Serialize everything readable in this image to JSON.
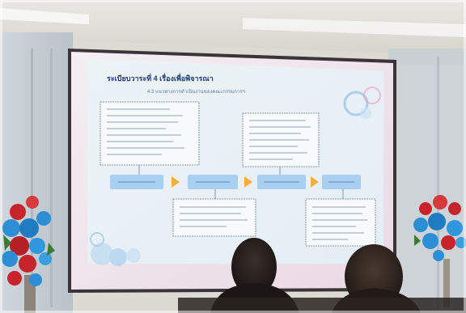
{
  "slide": {
    "title": "ระเบียบวาระที่ 4 เรื่องเพื่อพิจารณา",
    "subtitle": "4.3 แนวทางการดำเนินงานของคณะกรรมการฯ",
    "flow_steps": 4,
    "upper_note_boxes": 2,
    "lower_note_boxes": 2
  },
  "scene": {
    "screen_color": "#ffffff",
    "slide_accent": "#a9cff0",
    "flower_colors": [
      "#c8242b",
      "#2c8fd6"
    ]
  }
}
